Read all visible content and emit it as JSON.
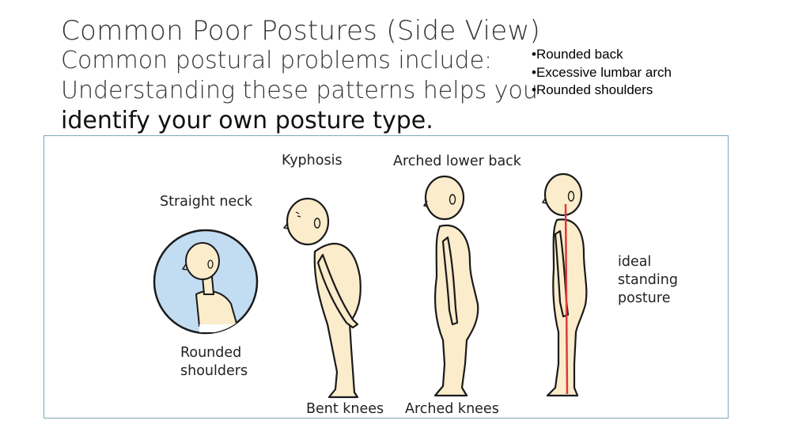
{
  "heading": {
    "title": "Common Poor Postures (Side View)",
    "line1": "Common postural problems include:",
    "line2": "Understanding these patterns helps you",
    "line3": "identify your own posture type."
  },
  "bullets": [
    "•Rounded back",
    "•Excessive lumbar arch",
    "•Rounded shoulders"
  ],
  "labels": {
    "straight_neck": "Straight neck",
    "rounded_shoulders_1": "Rounded",
    "rounded_shoulders_2": "shoulders",
    "kyphosis": "Kyphosis",
    "bent_knees": "Bent knees",
    "arched_lower_back": "Arched lower back",
    "arched_knees": "Arched knees",
    "ideal_1": "ideal",
    "ideal_2": "standing",
    "ideal_3": "posture"
  },
  "colors": {
    "skin": "#fbeccb",
    "outline": "#1a1a1a",
    "circle_fill": "#c2dcf2",
    "panel_border": "#7fa6bc",
    "alignment_line": "#e0383b"
  }
}
